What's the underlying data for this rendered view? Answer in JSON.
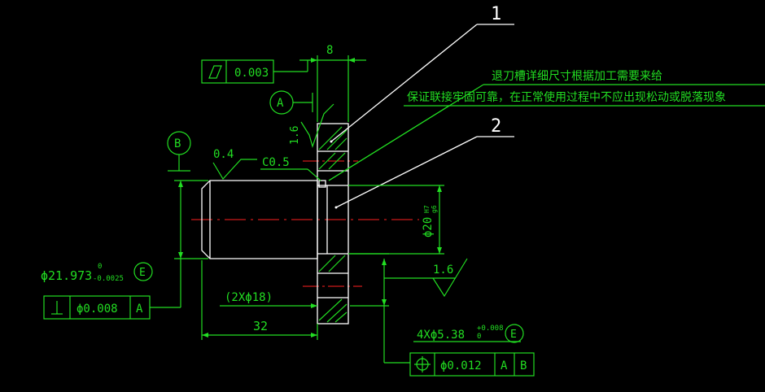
{
  "balloons": {
    "part1": "1",
    "part2": "2"
  },
  "notes": {
    "line1": "退刀槽详细尺寸根据加工需要来给",
    "line2": "保证联接牢固可靠，在正常使用过程中不应出现松动或脱落现象"
  },
  "dims": {
    "flange_width": "8",
    "length": "32",
    "holes_pitch": "(2Xϕ18)",
    "chamfer": "C0.5",
    "roughness_top": "1.6",
    "roughness_left": "0.4",
    "roughness_right": "1.6",
    "bore_main": "ϕ20",
    "bore_tol_upper": "H7",
    "bore_tol_lower": "g6",
    "shaft_main": "ϕ21.973",
    "shaft_tol_upper": "0",
    "shaft_tol_lower": "-0.0025",
    "hole_main": "4Xϕ5.38",
    "hole_tol_upper": "+0.008",
    "hole_tol_lower": "0"
  },
  "datums": {
    "a": "A",
    "b": "B"
  },
  "envelope_symbol": "E",
  "fcf": {
    "flatness": {
      "value": "0.003"
    },
    "perpendicularity": {
      "value": "ϕ0.008",
      "datum": "A"
    },
    "position": {
      "value": "ϕ0.012",
      "datum1": "A",
      "datum2": "B"
    }
  },
  "colors": {
    "background": "#000000",
    "lines": "#22dd22",
    "part": "#ffffff",
    "center": "#ff2020"
  }
}
